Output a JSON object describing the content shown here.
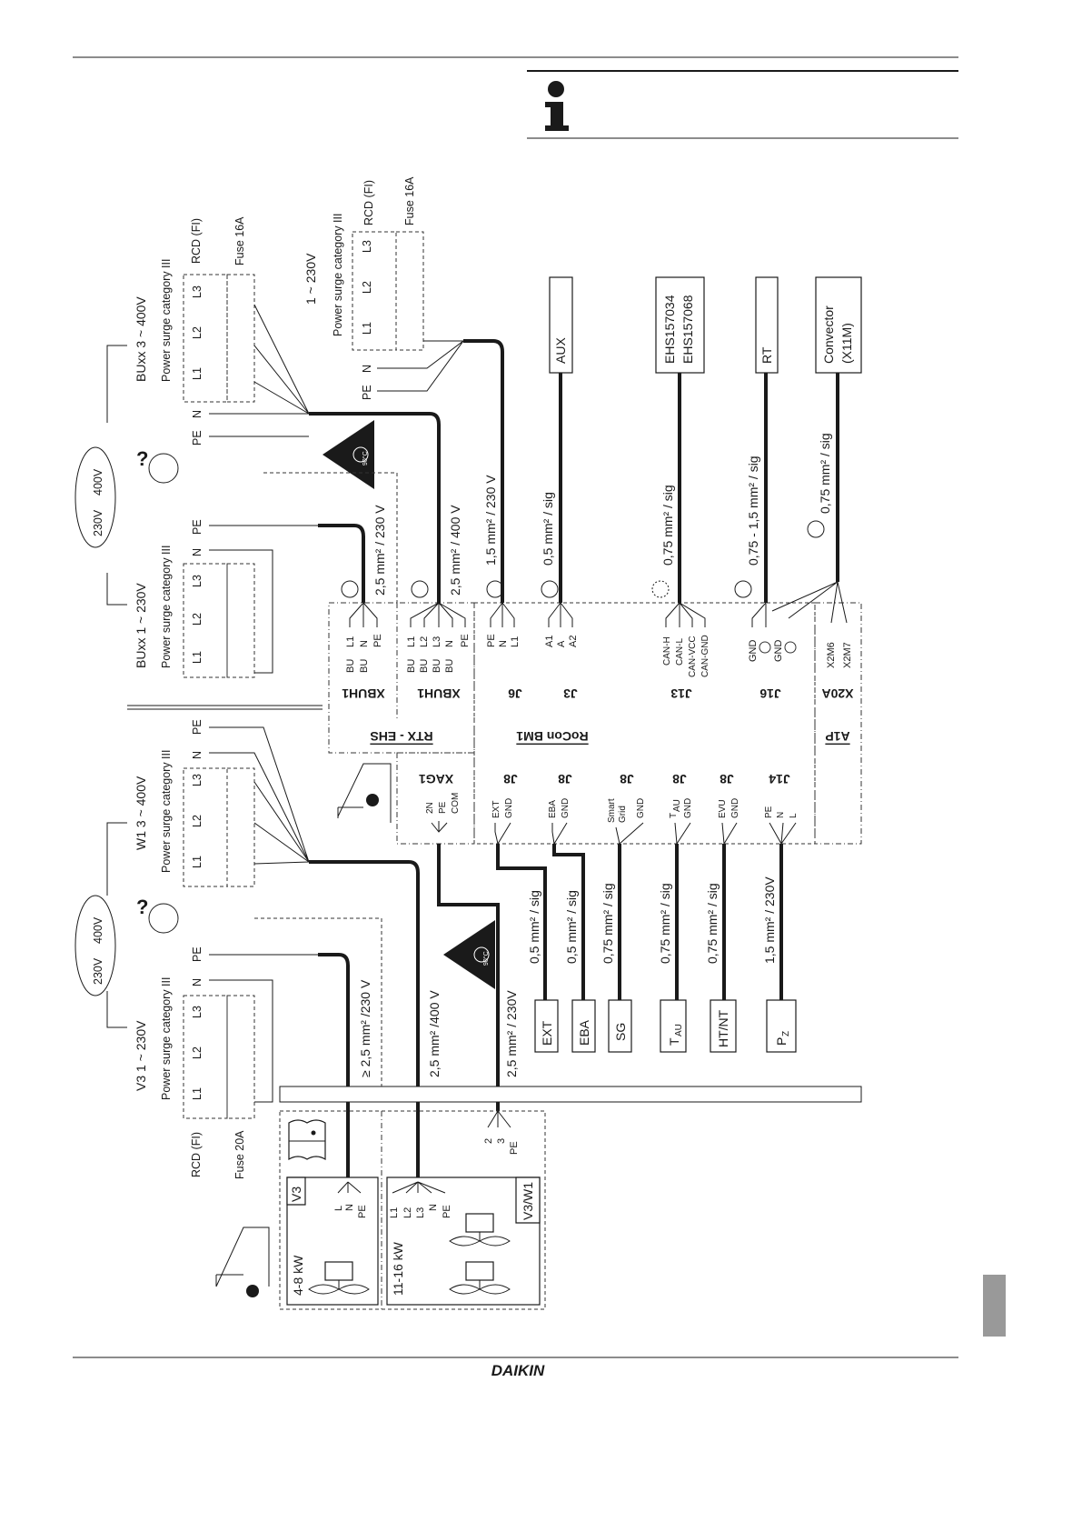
{
  "header": {
    "icon": "info-icon"
  },
  "footer": {
    "brand": "DAIKIN"
  },
  "pins": {
    "L1": "L1",
    "L2": "L2",
    "L3": "L3",
    "N": "N",
    "PE": "PE",
    "L": "L",
    "BU": "BU",
    "A1": "A1",
    "A": "A",
    "A2": "A2",
    "GND": "GND",
    "two": "2",
    "three": "3",
    "twoN": "2N",
    "COM": "COM",
    "X2M6": "X2M6",
    "X2M7": "X2M7"
  },
  "supply_top_3ph": {
    "title": "BUxx  3 ~ 400V",
    "surge": "Power surge category III",
    "rcd": "RCD (FI)",
    "fuse": "Fuse 16A"
  },
  "supply_top_1ph": {
    "title": "BUxx  1 ~ 230V",
    "surge": "Power surge category III"
  },
  "supply_main": {
    "title": "1 ~ 230V",
    "surge": "Power surge category III",
    "rcd": "RCD (FI)",
    "fuse": "Fuse 16A"
  },
  "supply_w1": {
    "title": "W1  3 ~ 400V",
    "surge": "Power surge category III"
  },
  "supply_v3": {
    "title": "V3  1 ~ 230V",
    "surge": "Power surge category III",
    "rcd": "RCD (FI)",
    "fuse": "Fuse 20A"
  },
  "cloud": {
    "left": "230V",
    "right": "400V",
    "question": "?"
  },
  "heat_symbol": {
    "label": "90°C"
  },
  "cables_top": [
    "2,5 mm² / 230 V",
    "2,5 mm² / 400 V",
    "1,5 mm² / 230 V",
    "0,5 mm² / sig",
    "0,75 mm² / sig",
    "0,75 - 1,5 mm² / sig",
    "0,75 mm² / sig"
  ],
  "cables_bottom": [
    "0,5 mm² / sig",
    "0,5 mm² / sig",
    "0,75 mm² / sig",
    "0,75 mm² / sig",
    "0,75 mm² / sig",
    "1,5 mm² / 230V"
  ],
  "cables_outdoor": [
    "≥ 2,5 mm² /230 V",
    "2,5 mm² /400 V",
    "2,5 mm² / 230V"
  ],
  "devices_top": {
    "aux": "AUX",
    "ehs1": "EHS157034",
    "ehs2": "EHS157068",
    "rt": "RT",
    "conv1": "Convector",
    "conv2": "(X11M)"
  },
  "devices_bottom": {
    "ext": "EXT",
    "eba": "EBA",
    "sg": "SG",
    "tau": "T",
    "tau_sub": "AU",
    "htnt": "HT/NT",
    "pz": "P",
    "pz_sub": "Z"
  },
  "modules": {
    "rtx": "RTX - EHS",
    "rocon": "RoCon BM1",
    "a1p": "A1P",
    "xbuh1": "XBUH1",
    "xag1": "XAG1",
    "j6": "J6",
    "j3": "J3",
    "j13": "J13",
    "j16": "J16",
    "x20a": "X20A",
    "j8": "J8",
    "j14": "J14"
  },
  "can": [
    "CAN-H",
    "CAN-L",
    "CAN-VCC",
    "CAN-GND"
  ],
  "j8_pins": {
    "ext": "EXT",
    "eba": "EBA",
    "smart": "Smart",
    "grid": "Grid",
    "t": "T",
    "au": "AU",
    "evu": "EVU"
  },
  "outdoor": {
    "v3": "V3",
    "v3w1": "V3/W1",
    "small": "4-8 kW",
    "large": "11-16 kW"
  }
}
